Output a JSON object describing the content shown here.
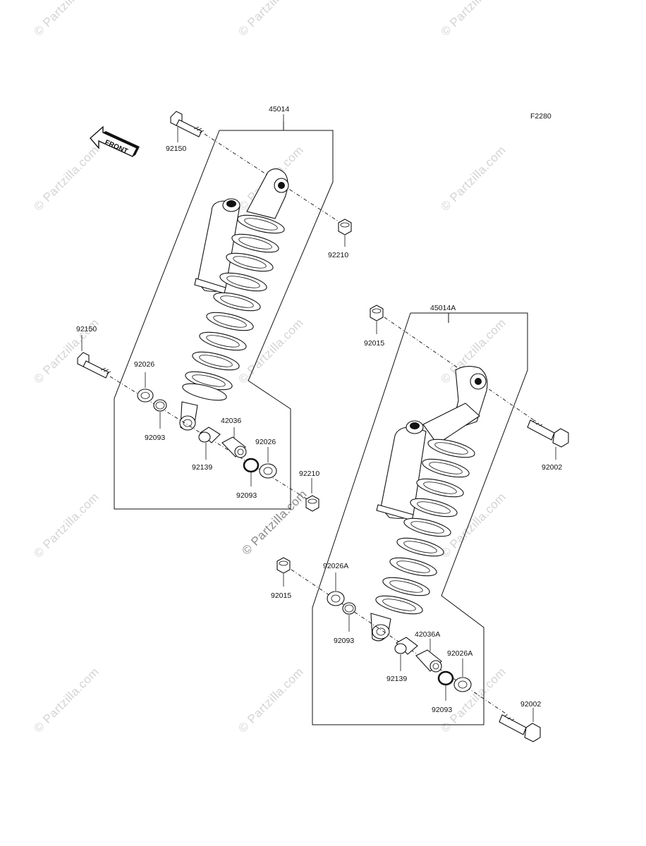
{
  "diagram_code": "F2280",
  "front_label": "FRONT",
  "watermark": "© Partzilla.com",
  "assemblies": [
    {
      "id": "45014",
      "parts": [
        "92150",
        "92210",
        "92150",
        "92026",
        "92093",
        "42036",
        "92139",
        "92026",
        "92093",
        "92210"
      ]
    },
    {
      "id": "45014A",
      "parts": [
        "92015",
        "92002",
        "92015",
        "92026A",
        "92093",
        "42036A",
        "92139",
        "92026A",
        "92093",
        "92002"
      ]
    }
  ]
}
